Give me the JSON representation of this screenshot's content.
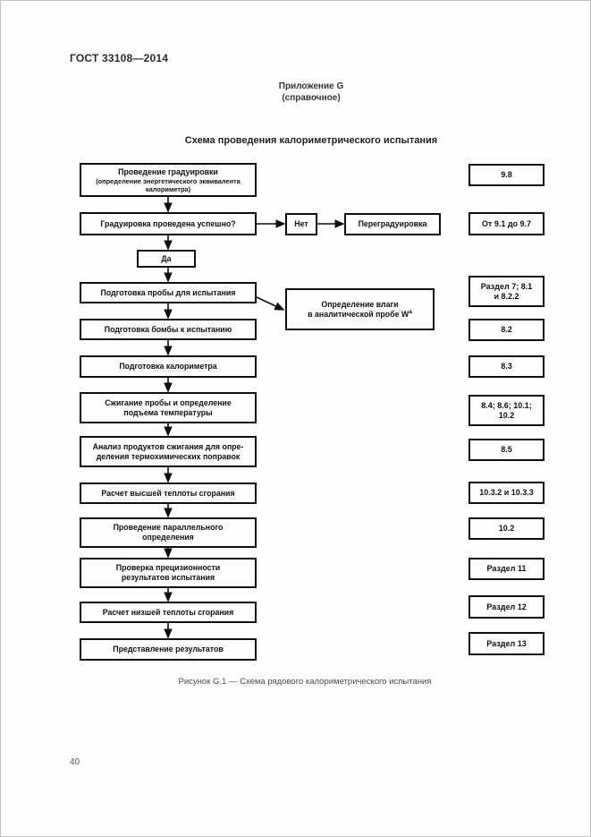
{
  "page": {
    "standard": "ГОСТ 33108—2014",
    "appendix_title": "Приложение G",
    "appendix_subtitle": "(справочное)",
    "diagram_title": "Схема проведения калориметрического испытания",
    "caption": "Рисунок G.1 — Схема рядового калориметрического испытания",
    "page_number": "40"
  },
  "flowchart": {
    "decision": {
      "no_label": "Нет",
      "yes_label": "Да",
      "recalibration_label": "Переградуировка"
    },
    "moisture_box": {
      "line1": "Определение влаги",
      "line2": "в аналитической пробе W",
      "superscript": "a"
    },
    "steps": [
      {
        "lines": [
          "Проведение градуировки",
          "(определение энергетического эквивалента",
          "калориметра)"
        ],
        "ref": [
          "9.8"
        ]
      },
      {
        "lines": [
          "Градуировка проведена успешно?"
        ],
        "ref": [
          "От 9.1 до 9.7"
        ]
      },
      {
        "lines": [
          "Подготовка пробы для испытания"
        ],
        "ref": [
          "Раздел 7; 8.1",
          "и 8.2.2"
        ]
      },
      {
        "lines": [
          "Подготовка бомбы к испытанию"
        ],
        "ref": [
          "8.2"
        ]
      },
      {
        "lines": [
          "Подготовка калориметра"
        ],
        "ref": [
          "8.3"
        ]
      },
      {
        "lines": [
          "Сжигание пробы и определение",
          "подъема температуры"
        ],
        "ref": [
          "8.4; 8.6; 10.1;",
          "10.2"
        ]
      },
      {
        "lines": [
          "Анализ продуктов сжигания для опре-",
          "деления термохимических поправок"
        ],
        "ref": [
          "8.5"
        ]
      },
      {
        "lines": [
          "Расчет высшей теплоты сгорания"
        ],
        "ref": [
          "10.3.2 и 10.3.3"
        ]
      },
      {
        "lines": [
          "Проведение параллельного",
          "определения"
        ],
        "ref": [
          "10.2"
        ]
      },
      {
        "lines": [
          "Проверка прецизионности",
          "результатов испытания"
        ],
        "ref": [
          "Раздел 11"
        ]
      },
      {
        "lines": [
          "Расчет низшей теплоты сгорания"
        ],
        "ref": [
          "Раздел 12"
        ]
      },
      {
        "lines": [
          "Представление результатов"
        ],
        "ref": [
          "Раздел 13"
        ]
      }
    ]
  }
}
